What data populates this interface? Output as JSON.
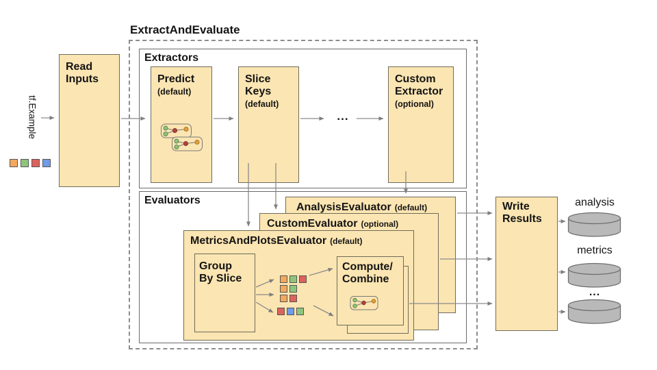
{
  "palette": {
    "box_fill": "#fbe5b2",
    "box_border": "#6e6b5a",
    "container_border": "#6b6b6b",
    "arrow": "#8a8a8a",
    "cylinder_fill": "#b9b9b9",
    "cylinder_stroke": "#6e6e6e",
    "square_orange": "#f0a95f",
    "square_green": "#8fc47c",
    "square_red": "#db625d",
    "square_blue": "#6f9be8"
  },
  "input": {
    "label": "tf.Example",
    "squares": [
      "orange",
      "green",
      "red",
      "blue"
    ]
  },
  "read_inputs": {
    "title": "Read\nInputs"
  },
  "pipeline": {
    "title": "ExtractAndEvaluate"
  },
  "extractors": {
    "label": "Extractors",
    "predict": {
      "title": "Predict",
      "qualifier": "(default)"
    },
    "slice_keys": {
      "title": "Slice\nKeys",
      "qualifier": "(default)"
    },
    "ellipsis": "...",
    "custom": {
      "title": "Custom\nExtractor",
      "qualifier": "(optional)"
    }
  },
  "evaluators": {
    "label": "Evaluators",
    "analysis": {
      "name": "AnalysisEvaluator",
      "qualifier": "(default)"
    },
    "custom": {
      "name": "CustomEvaluator",
      "qualifier": "(optional)"
    },
    "metrics_and_plots": {
      "name": "MetricsAndPlotsEvaluator",
      "qualifier": "(default)",
      "group_by_slice": {
        "title": "Group\nBy Slice"
      },
      "slice_rows": [
        [
          "orange",
          "green",
          "red"
        ],
        [
          "orange",
          "green"
        ],
        [
          "orange",
          "red"
        ],
        [
          "red",
          "blue",
          "green"
        ]
      ],
      "compute_combine": {
        "title": "Compute/\nCombine"
      }
    }
  },
  "write_results": {
    "title": "Write\nResults"
  },
  "outputs": [
    {
      "label": "analysis"
    },
    {
      "label": "metrics"
    },
    {
      "label": "..."
    }
  ]
}
